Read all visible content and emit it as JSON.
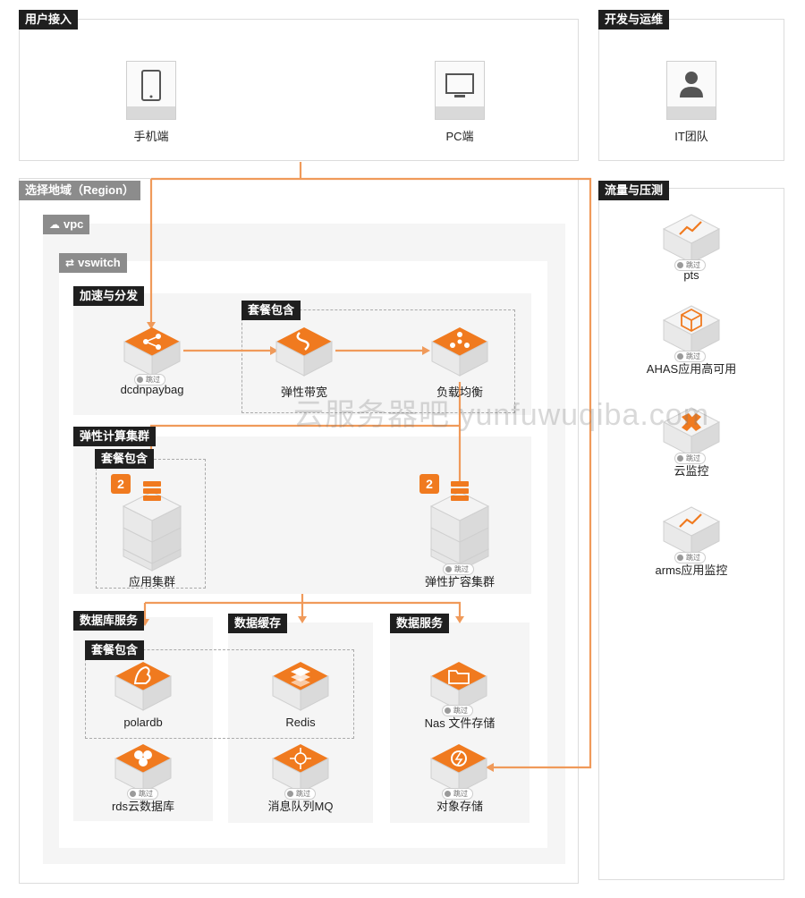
{
  "sections": {
    "user_access": "用户接入",
    "devops": "开发与运维",
    "region": "选择地域（Region）",
    "traffic": "流量与压测",
    "vpc": "vpc",
    "vswitch": "vswitch",
    "accel": "加速与分发",
    "package1": "套餐包含",
    "compute": "弹性计算集群",
    "package2": "套餐包含",
    "db": "数据库服务",
    "cache": "数据缓存",
    "data": "数据服务",
    "package3": "套餐包含"
  },
  "nodes": {
    "mobile": "手机端",
    "pc": "PC端",
    "it_team": "IT团队",
    "dcdn": "dcdnpaybag",
    "bandwidth": "弹性带宽",
    "lb": "负载均衡",
    "app_cluster": "应用集群",
    "scaling_cluster": "弹性扩容集群",
    "polardb": "polardb",
    "redis": "Redis",
    "rds": "rds云数据库",
    "mq": "消息队列MQ",
    "nas": "Nas 文件存储",
    "oss": "对象存储",
    "pts": "pts",
    "ahas": "AHAS应用高可用",
    "cms": "云监控",
    "arms": "arms应用监控"
  },
  "badges": {
    "app_cluster": "2",
    "scaling_cluster": "2"
  },
  "skip_label": "跳过",
  "watermark": "云服务器吧 yunfuwuqiba.com",
  "colors": {
    "accent": "#f07a1f",
    "dark_tag": "#1f1f1f",
    "grey_tag": "#8c8c8c"
  }
}
